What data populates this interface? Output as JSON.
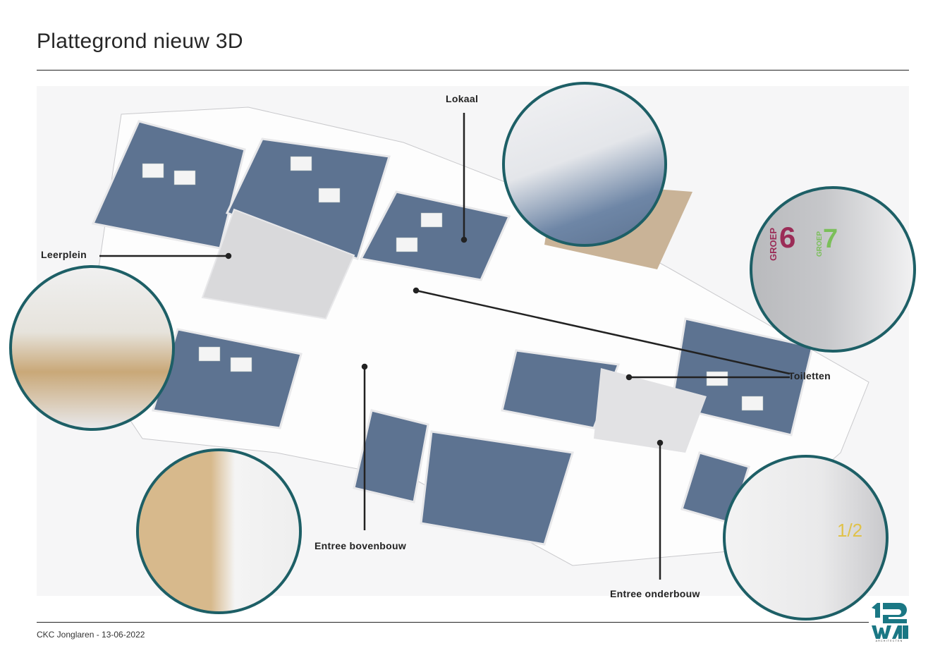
{
  "header": {
    "title": "Plattegrond nieuw 3D"
  },
  "labels": {
    "lokaal": "Lokaal",
    "leerplein": "Leerplein",
    "toiletten": "Toiletten",
    "entree_bovenbouw": "Entree bovenbouw",
    "entree_onderbouw": "Entree onderbouw"
  },
  "photos": {
    "toilet_door_1_word": "GROEP",
    "toilet_door_1_number": "6",
    "toilet_door_2_word": "GROEP",
    "toilet_door_2_number": "7",
    "entrance_door_sign": "1/2"
  },
  "footer": {
    "text": "CKC Jonglaren - 13-06-2022"
  },
  "logo": {
    "text": "12 WAT",
    "subtitle": "ARCHITECTEN"
  },
  "colors": {
    "accent": "#1d5f66",
    "floor": "#5d7391",
    "rule": "#222222"
  }
}
